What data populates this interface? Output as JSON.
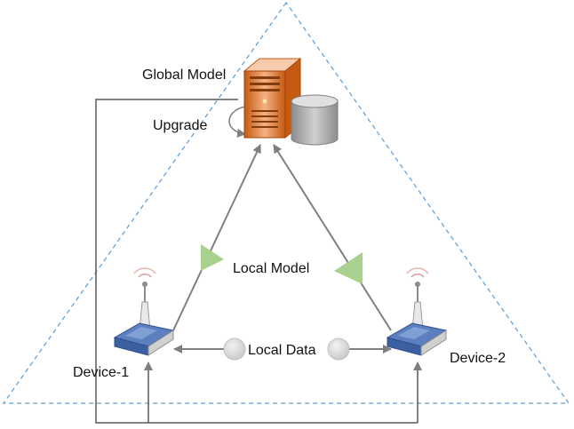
{
  "labels": {
    "global_model": "Global Model",
    "upgrade": "Upgrade",
    "local_model": "Local Model",
    "local_data": "Local Data",
    "device_1": "Device-1",
    "device_2": "Device-2"
  },
  "icons": {
    "server": "server-icon",
    "database": "database-icon",
    "router": "wireless-router-icon",
    "upload_marker": "green-triangle-icon",
    "data_marker": "gray-circle-icon"
  },
  "colors": {
    "boundary": "#5b9bd5",
    "edges": "#7f7f7f",
    "frame": "#595959",
    "server_body": "#ed7d31",
    "model_marker": "#a9d18e",
    "data_marker": "#d9d9d9"
  }
}
